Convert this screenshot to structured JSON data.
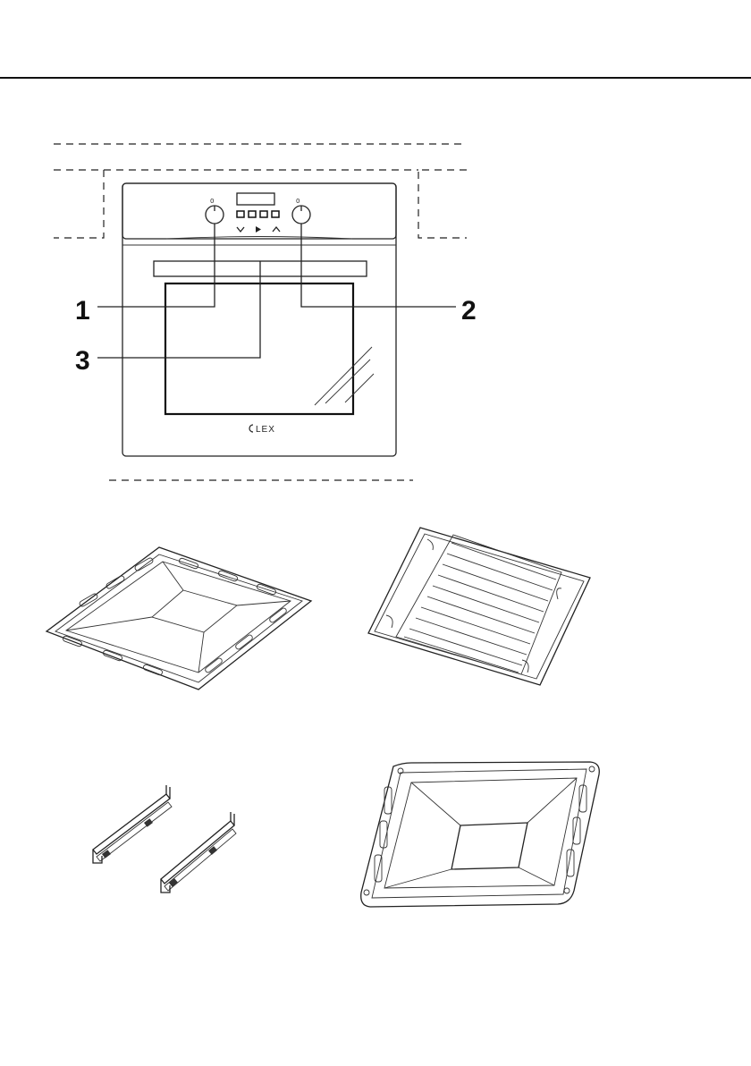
{
  "callouts": {
    "label_1": "1",
    "label_2": "2",
    "label_3": "3"
  },
  "oven": {
    "brand_text": "LEX"
  },
  "colors": {
    "line": "#222222",
    "background": "#ffffff"
  }
}
